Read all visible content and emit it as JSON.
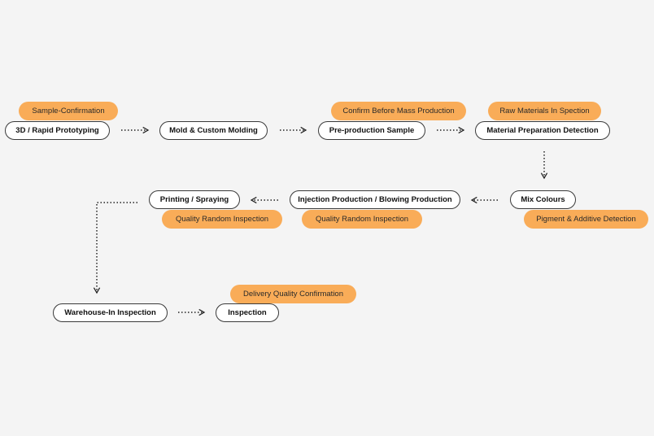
{
  "diagram": {
    "steps": {
      "s1": "3D / Rapid Prototyping",
      "s2": "Mold & Custom Molding",
      "s3": "Pre-production Sample",
      "s4": "Material Preparation Detection",
      "s5": "Mix Colours",
      "s6": "Injection Production / Blowing Production",
      "s7": "Printing / Spraying",
      "s8": "Warehouse-In Inspection",
      "s9": "Inspection"
    },
    "tags": {
      "s1": "Sample-Confirmation",
      "s3": "Confirm Before Mass Production",
      "s4": "Raw Materials In Spection",
      "s5": "Pigment & Additive Detection",
      "s6": "Quality Random Inspection",
      "s7": "Quality Random Inspection",
      "s9": "Delivery Quality Confirmation"
    }
  },
  "colors": {
    "tag_fill": "#f9ac58",
    "node_border": "#3a3a3a",
    "background": "#f4f4f4"
  }
}
